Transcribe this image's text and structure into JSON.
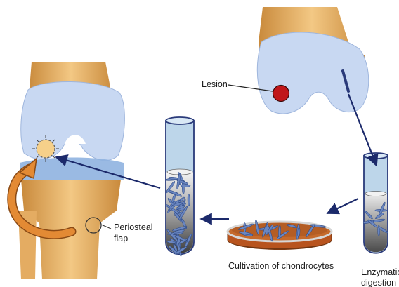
{
  "labels": {
    "lesion": "Lesion",
    "periosteal_line1": "Periosteal",
    "periosteal_line2": "flap",
    "cultivation": "Cultivation of chondrocytes",
    "enzymatic_line1": "Enzymatic",
    "enzymatic_line2": "digestion"
  },
  "colors": {
    "bone": "#e9b36a",
    "cartilage": "#c8d8f2",
    "arrow": "#1c2a6b",
    "lesion": "#c0161a",
    "dish_fill": "#b8541e",
    "cells": "#5d79b3",
    "reinsert_arrow": "#d9822b"
  }
}
